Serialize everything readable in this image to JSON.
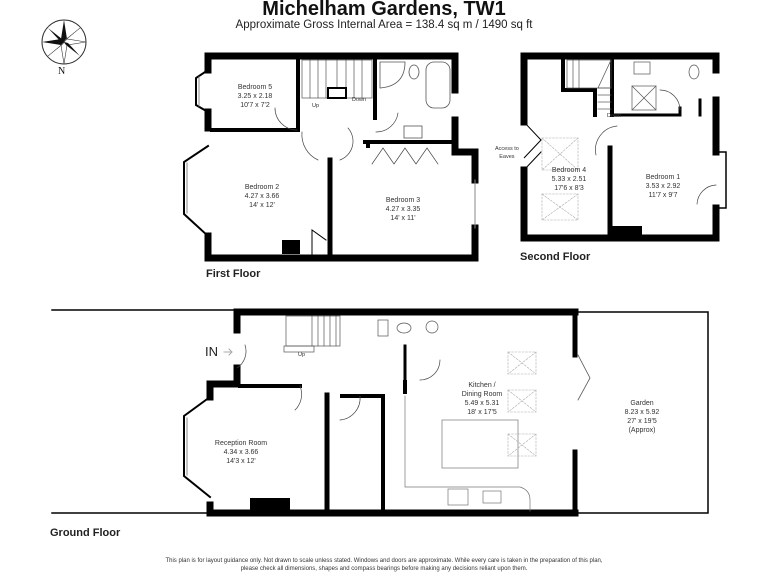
{
  "header": {
    "title": "Michelham Gardens, TW1",
    "subtitle": "Approximate Gross Internal Area = 138.4 sq m / 1490 sq ft"
  },
  "compass": {
    "icon": "compass-rose-icon",
    "north_label": "N"
  },
  "floors": {
    "first": {
      "label": "First Floor",
      "rooms": [
        {
          "name": "Bedroom 5",
          "metric": "3.25 x 2.18",
          "imperial": "10'7 x 7'2"
        },
        {
          "name": "Bedroom 2",
          "metric": "4.27 x 3.66",
          "imperial": "14' x 12'"
        },
        {
          "name": "Bedroom 3",
          "metric": "4.27 x 3.35",
          "imperial": "14' x 11'"
        }
      ],
      "stair_labels": {
        "up": "Up",
        "down": "Down"
      }
    },
    "second": {
      "label": "Second Floor",
      "rooms": [
        {
          "name": "Bedroom 4",
          "metric": "5.33 x 2.51",
          "imperial": "17'6 x 8'3"
        },
        {
          "name": "Bedroom 1",
          "metric": "3.53 x 2.92",
          "imperial": "11'7 x 9'7"
        }
      ],
      "stair_labels": {
        "down": "Down"
      },
      "eaves_label_line1": "Access to",
      "eaves_label_line2": "Eaves"
    },
    "ground": {
      "label": "Ground Floor",
      "entrance_label": "IN",
      "rooms": [
        {
          "name": "Reception Room",
          "metric": "4.34 x 3.66",
          "imperial": "14'3 x 12'"
        },
        {
          "name": "Kitchen /",
          "name2": "Dining Room",
          "metric": "5.49 x 5.31",
          "imperial": "18' x 17'5"
        },
        {
          "name": "Garden",
          "metric": "8.23 x 5.92",
          "imperial": "27' x 19'5",
          "note": "(Approx)"
        }
      ],
      "stair_labels": {
        "up": "Up"
      }
    }
  },
  "footer": {
    "disclaimer_line1": "This plan is for layout guidance only. Not drawn to scale unless stated. Windows and doors are approximate. While every care is taken in the preparation of this plan,",
    "disclaimer_line2": "please check all dimensions, shapes and compass bearings before making any decisions reliant upon them."
  },
  "colors": {
    "wall": "#000000",
    "fixture": "#555555",
    "skylight": "#aaaaaa",
    "background": "#ffffff"
  }
}
